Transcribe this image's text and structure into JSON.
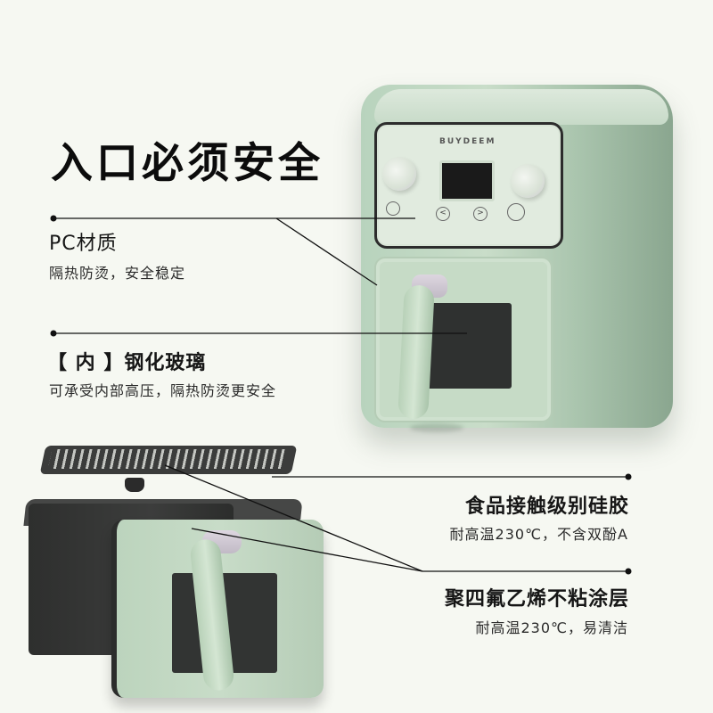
{
  "headline": "入口必须安全",
  "features": [
    {
      "title": "PC材质",
      "subtitle": "隔热防烫，安全稳定"
    },
    {
      "title": "【 内 】钢化玻璃",
      "subtitle": "可承受内部高压，隔热防烫更安全"
    },
    {
      "title": "食品接触级别硅胶",
      "subtitle": "耐高温230℃，不含双酚A"
    },
    {
      "title": "聚四氟乙烯不粘涂层",
      "subtitle": "耐高温230℃，易清洁"
    }
  ],
  "product": {
    "brand": "BUYDEEM",
    "prev_symbol": "<",
    "next_symbol": ">",
    "body_color": "#c6dbc6",
    "accent_color": "#cfc7d4"
  },
  "colors": {
    "background": "#f6f8f2",
    "text": "#111111",
    "line": "#111111"
  }
}
